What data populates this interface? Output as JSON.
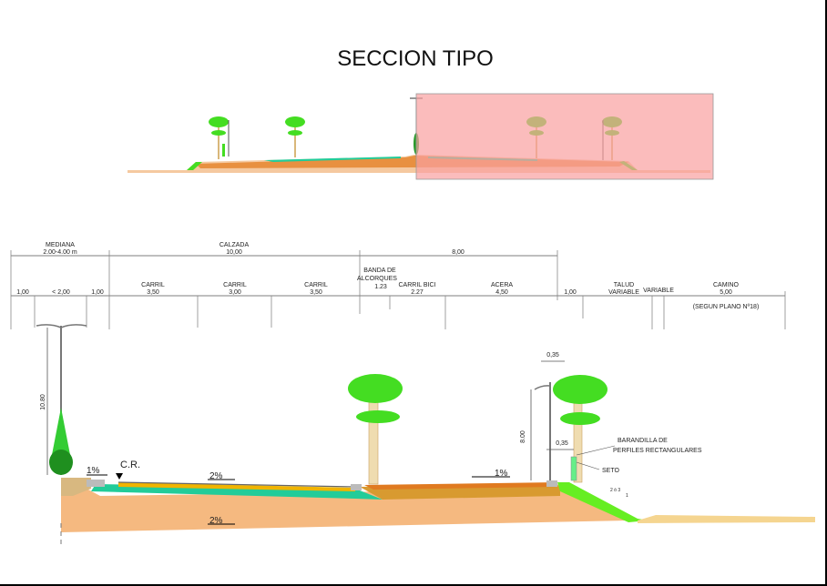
{
  "title": "SECCION TIPO",
  "top_dimensions": [
    {
      "label": "MEDIANA",
      "value": "2.00-4.00 m"
    },
    {
      "label": "CALZADA",
      "value": "10,00"
    },
    {
      "label": "",
      "value": "8,00"
    }
  ],
  "segments": [
    {
      "label": "",
      "value": "1,00"
    },
    {
      "label": "",
      "value": "< 2,00"
    },
    {
      "label": "",
      "value": "1,00"
    },
    {
      "label": "CARRIL",
      "value": "3,50"
    },
    {
      "label": "CARRIL",
      "value": "3,00"
    },
    {
      "label": "CARRIL",
      "value": "3,50"
    },
    {
      "label": "BANDA DE",
      "label2": "ALCORQUES",
      "value": "1.23"
    },
    {
      "label": "CARRIL BICI",
      "value": "2.27"
    },
    {
      "label": "ACERA",
      "value": "4,50"
    },
    {
      "label": "",
      "value": "1,00"
    },
    {
      "label": "TALUD",
      "value": "VARIABLE"
    },
    {
      "label": "",
      "value": "VARIABLE"
    },
    {
      "label": "CAMINO",
      "value": "5,00",
      "note": "(SEGUN PLANO  Nº18)"
    }
  ],
  "annotations": {
    "lamp_height": "10.80",
    "lamp_height_right": "8.00",
    "lamp_offset": "0,35",
    "railing_offset": "0,35",
    "slope_median": "1%",
    "slope_road": "2%",
    "slope_sidewalk": "1%",
    "slope_base": "2%",
    "cr": "C.R.",
    "railing": "BARANDILLA DE",
    "railing2": "PERFILES RECTANGULARES",
    "hedge": "SETO",
    "talud_ratio": "2 ó 3",
    "talud_ratio2": "1"
  },
  "colors": {
    "highlight": "#f9b5b5",
    "tree": "#44dd22",
    "asphalt": "#f0b400",
    "subbase": "#22cc99",
    "base": "#f5b980",
    "sidewalk": "#e07a20",
    "slope": "#66ee22"
  }
}
